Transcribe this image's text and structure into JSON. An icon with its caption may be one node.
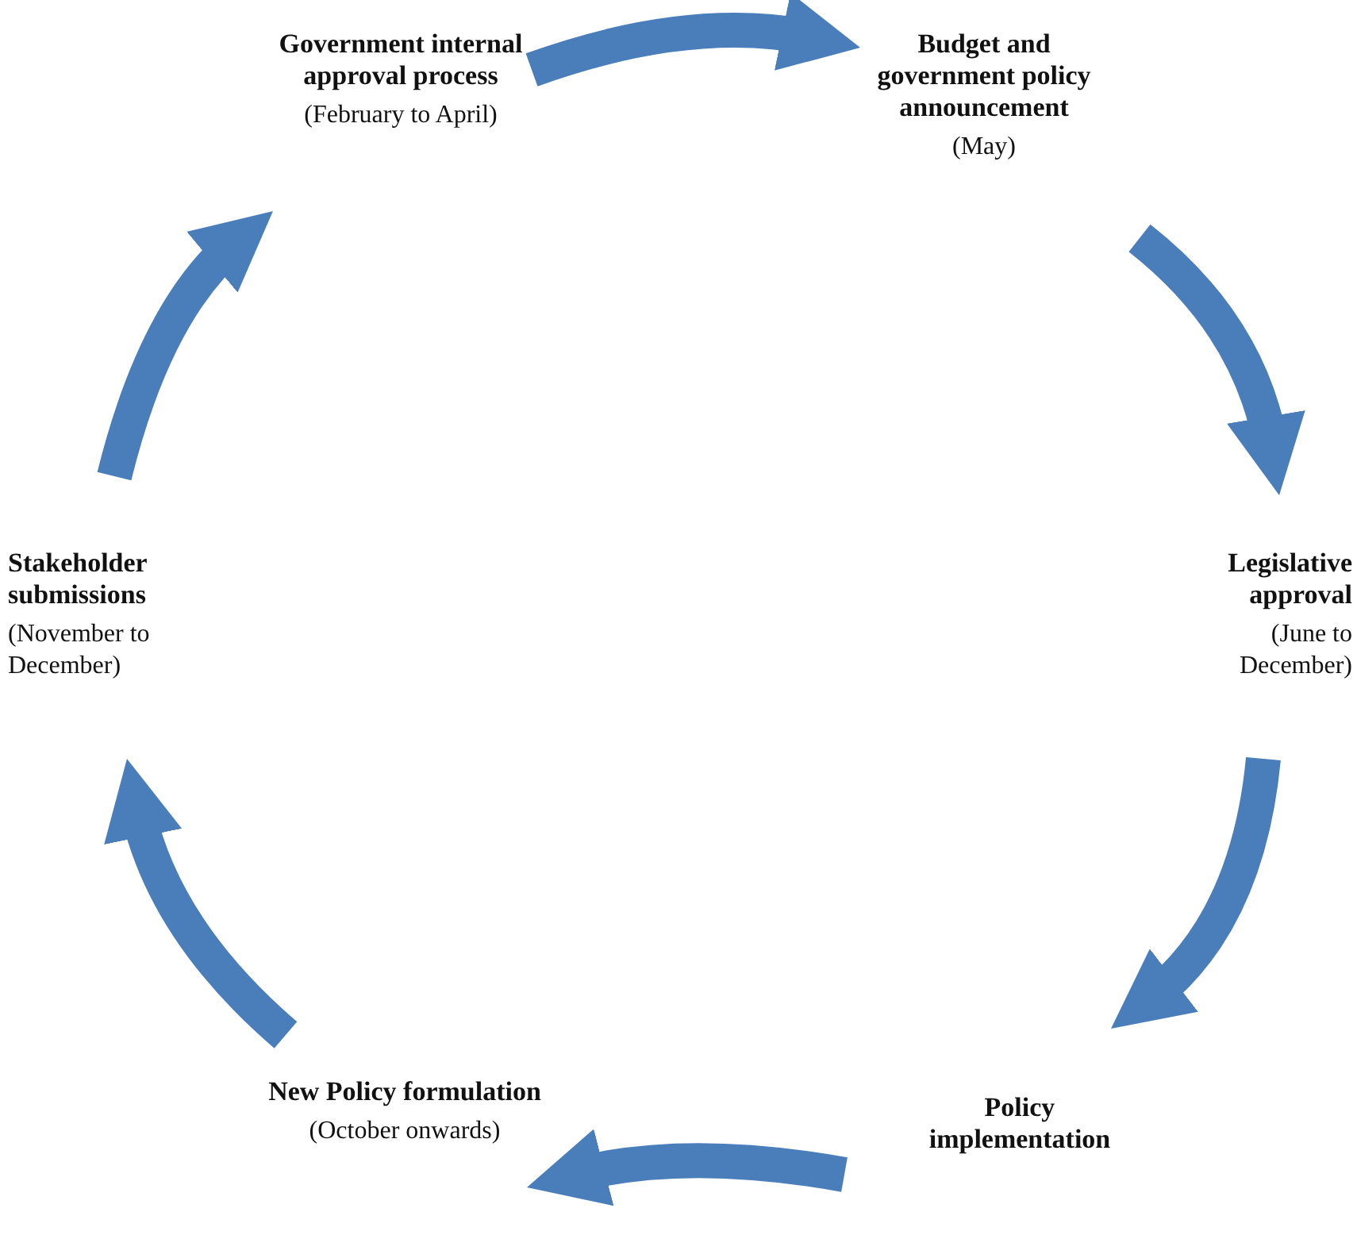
{
  "diagram": {
    "nodes": [
      {
        "text": [
          "Government internal approval process",
          "(February to April)"
        ]
      },
      {
        "text": [
          "Budget and government policy announcement",
          "(May)"
        ]
      },
      {
        "text": [
          "Legislative approval",
          "(June to December)"
        ]
      },
      {
        "text": [
          "Policy implementation"
        ]
      },
      {
        "text": [
          "New Policy formulation",
          "(October onwards)"
        ]
      },
      {
        "text": [
          "Stakeholder submissions",
          "(November to December)"
        ]
      }
    ],
    "edges": [
      {
        "from": 0,
        "to": 1,
        "arrow": "to"
      },
      {
        "from": 1,
        "to": 2,
        "arrow": "to"
      },
      {
        "from": 2,
        "to": 3,
        "arrow": "to"
      },
      {
        "from": 3,
        "to": 4,
        "arrow": "to"
      },
      {
        "from": 4,
        "to": 5,
        "arrow": "to"
      },
      {
        "from": 5,
        "to": 0,
        "arrow": "to"
      }
    ]
  }
}
